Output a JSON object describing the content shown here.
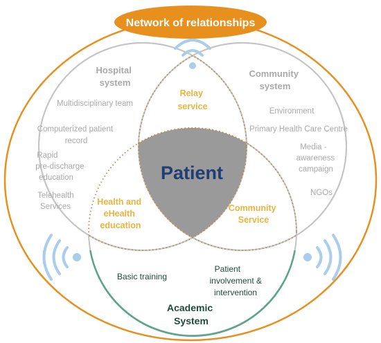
{
  "banner": {
    "title": "Network of relationships"
  },
  "hospital": {
    "title": [
      "Hospital",
      "system"
    ],
    "items": [
      [
        "Multidisciplinary team"
      ],
      [
        "Computerized patient",
        "record"
      ],
      [
        "Rapid",
        "pre-discharge",
        "education"
      ],
      [
        "Telehealth",
        "Services"
      ]
    ]
  },
  "community": {
    "title": [
      "Community",
      "system"
    ],
    "items": [
      [
        "Environment"
      ],
      [
        "Primary Health Care Centre"
      ],
      [
        "Media -",
        "awareness",
        "campaign"
      ],
      [
        "NGOs"
      ]
    ]
  },
  "academic": {
    "title": [
      "Academic",
      "System"
    ],
    "items": [
      [
        "Basic training"
      ],
      [
        "Patient",
        "involvement &",
        "intervention"
      ]
    ]
  },
  "overlaps": {
    "relay": [
      "Relay",
      "service"
    ],
    "health": [
      "Health and",
      "eHealth",
      "education"
    ],
    "community_service": [
      "Community",
      "Service"
    ]
  },
  "center": {
    "label": "Patient"
  },
  "colors": {
    "orange": "#E8901E",
    "gray_line": "#C4C4C4",
    "gray_text": "#A9A9A9",
    "gold_text": "#E9B43E",
    "patient_fill": "#9A9A9A",
    "patient_text": "#1F3F72",
    "green": "#5AA58A",
    "academic_text": "#1E4A3C",
    "wifi": "#A9CDEA"
  },
  "icons": [
    "wifi-icon-top",
    "wifi-icon-left",
    "wifi-icon-right"
  ]
}
